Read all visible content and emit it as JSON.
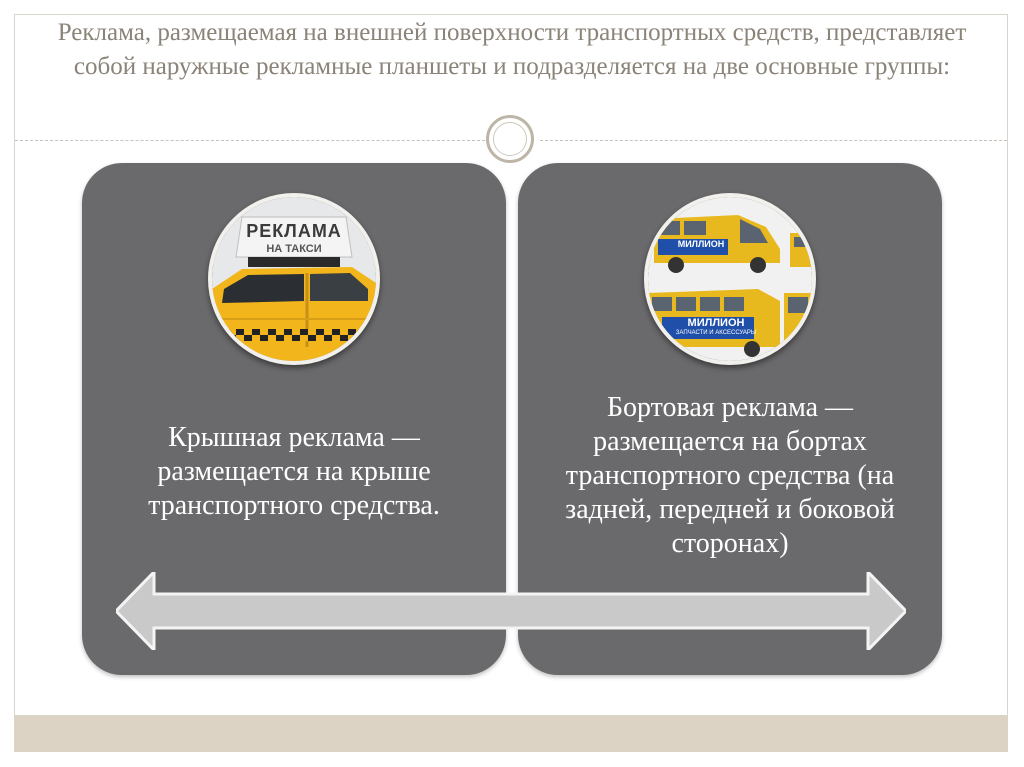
{
  "slide": {
    "title": "Реклама, размещаемая на внешней поверхности транспортных средств, представляет собой наружные рекламные планшеты и подразделяется на две основные группы:"
  },
  "left_card": {
    "image": {
      "sign_line1": "РЕКЛАМА",
      "sign_line2": "НА ТАКСИ"
    },
    "description": "Крышная реклама — размещается на крыше транспортного средства."
  },
  "right_card": {
    "image": {
      "brand_text": "МИЛЛИОН",
      "sub_text": "ЗАПЧАСТИ И АКСЕССУАРЫ"
    },
    "description": "Бортовая реклама — размещается на бортах транспортного средства (на задней, передней и боковой сторонах)"
  },
  "colors": {
    "panel": "#6a6a6c",
    "arrow": "#c9c9c9",
    "title": "#8a8378",
    "footer": "#ddd3c4",
    "taxi_yellow": "#f2b51c"
  }
}
